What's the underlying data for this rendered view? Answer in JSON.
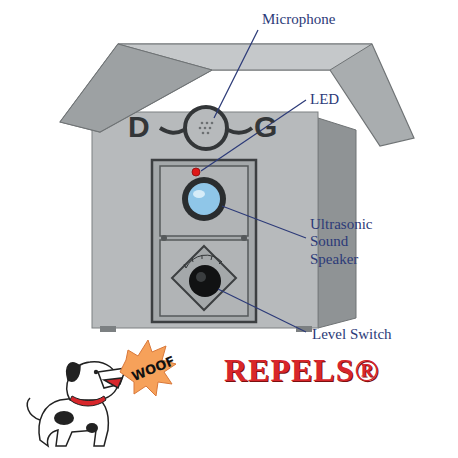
{
  "diagram": {
    "labels": [
      "Microphone",
      "LED",
      "Ultrasonic Sound Speaker",
      "Level Switch",
      "D",
      "G",
      "WOOF",
      "REPELS®"
    ]
  }
}
